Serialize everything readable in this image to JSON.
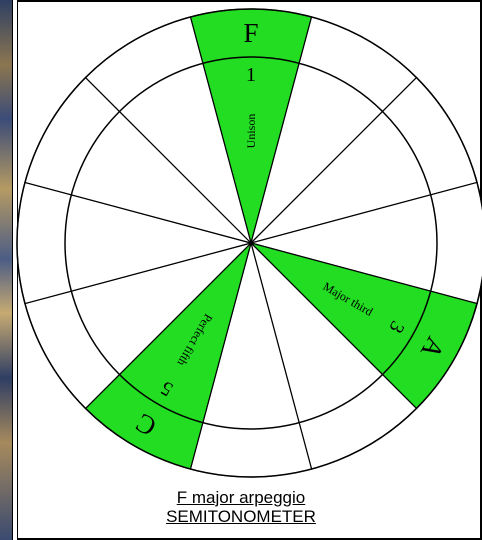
{
  "diagram": {
    "segment_count": 12,
    "highlight_color": "#22dd22",
    "line_color": "#000000",
    "highlights": [
      {
        "semitone": 0,
        "note": "F",
        "degree": "1",
        "interval": "Unison"
      },
      {
        "semitone": 4,
        "note": "A",
        "degree": "3",
        "interval": "Major third"
      },
      {
        "semitone": 7,
        "note": "C",
        "degree": "5",
        "interval": "Perfect fifth"
      }
    ]
  },
  "caption": {
    "title": "F major arpeggio",
    "subtitle": "SEMITONOMETER"
  }
}
